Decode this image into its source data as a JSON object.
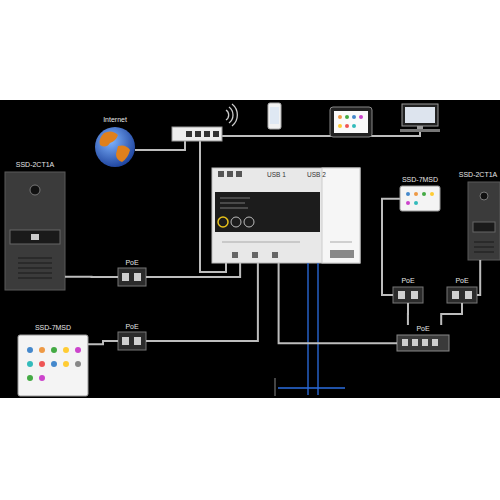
{
  "diagram": {
    "nodes": [
      {
        "text": [
          "Internet"
        ]
      },
      {
        "text": [
          "SSD-2CT1A"
        ]
      },
      {
        "text": [
          "PoE"
        ]
      },
      {
        "text": [
          "PoE"
        ]
      },
      {
        "text": [
          "SSD-7MSD"
        ]
      },
      {
        "text": [
          "USB 1",
          "USB 2"
        ]
      },
      {
        "text": [
          "SSD-7MSD"
        ]
      },
      {
        "text": [
          "SSD-2CT1A"
        ]
      },
      {
        "text": [
          "PoE"
        ]
      },
      {
        "text": [
          "PoE"
        ]
      },
      {
        "text": [
          "PoE"
        ]
      }
    ],
    "edges": [
      {
        "from": 2,
        "to": 1,
        "arrow": "none"
      },
      {
        "from": 2,
        "to": 5,
        "arrow": "none"
      },
      {
        "from": 3,
        "to": 4,
        "arrow": "none"
      },
      {
        "from": 3,
        "to": 5,
        "arrow": "none"
      },
      {
        "from": 5,
        "to": 10,
        "arrow": "none"
      },
      {
        "from": 10,
        "to": 8,
        "arrow": "none"
      },
      {
        "from": 10,
        "to": 9,
        "arrow": "none"
      },
      {
        "from": 8,
        "to": 6,
        "arrow": "none"
      },
      {
        "from": 9,
        "to": 7,
        "arrow": "none"
      }
    ]
  }
}
